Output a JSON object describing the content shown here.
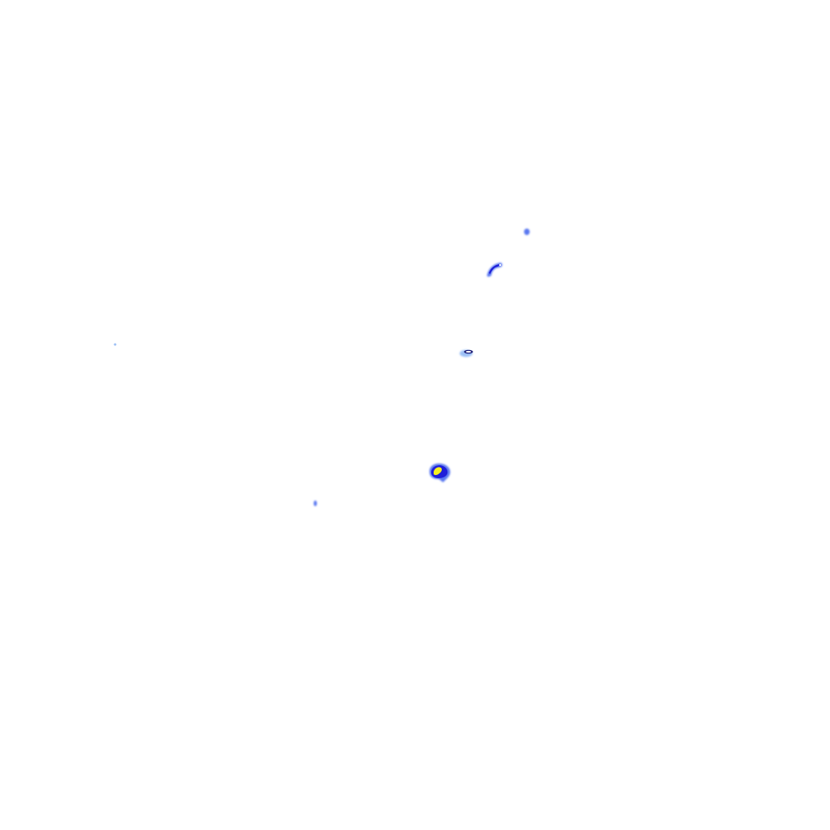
{
  "layer": {
    "kind": "precipitation-radar-tile",
    "background": "#ffffff"
  },
  "palette": {
    "light_blue": "#9cc0f5",
    "blue": "#5a78f0",
    "dark_blue": "#2020d8",
    "navy": "#101070",
    "yellow": "#f5f020"
  },
  "echoes": [
    {
      "name": "echo-yellow-core",
      "levels": [
        "blue",
        "dark_blue",
        "yellow"
      ]
    },
    {
      "name": "echo-hook",
      "levels": [
        "blue",
        "dark_blue"
      ]
    },
    {
      "name": "echo-small-dash",
      "levels": [
        "light_blue",
        "navy"
      ]
    },
    {
      "name": "echo-dot-upper-right",
      "levels": [
        "blue"
      ]
    },
    {
      "name": "echo-dot-lower-left",
      "levels": [
        "blue"
      ]
    },
    {
      "name": "echo-speck-left",
      "levels": [
        "light_blue"
      ]
    }
  ]
}
